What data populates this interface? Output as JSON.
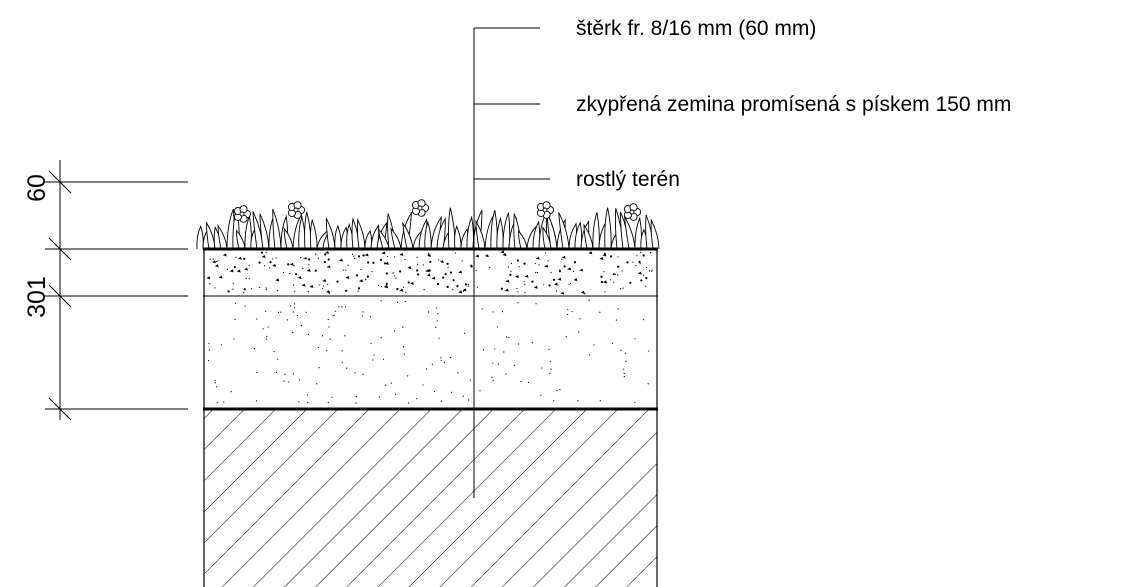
{
  "layer_labels": [
    "štěrk fr. 8/16 mm (60 mm)",
    "zkypřená zemina promísená s pískem 150 mm",
    "rostlý terén"
  ],
  "dimensions": {
    "top": "60",
    "middle": "301"
  },
  "colors": {
    "line": "#000000",
    "background": "#ffffff"
  }
}
